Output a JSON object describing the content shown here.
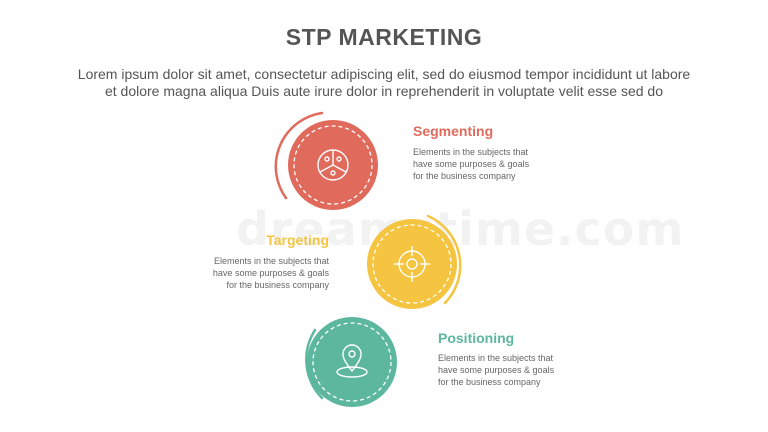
{
  "header": {
    "title": "STP MARKETING",
    "subtitle_lines": [
      "Lorem ipsum dolor sit amet, consectetur adipiscing elit, sed do eiusmod tempor incididunt ut labore",
      "et dolore magna aliqua Duis aute irure dolor in reprehenderit in voluptate velit esse sed do"
    ]
  },
  "steps": [
    {
      "title": "Segmenting",
      "color": "#e06a5c",
      "icon": "people-segments-icon",
      "desc_lines": [
        "Elements in the subjects that",
        "have  some purposes & goals",
        "for the  business company"
      ]
    },
    {
      "title": "Targeting",
      "color": "#f5c441",
      "icon": "target-crosshair-icon",
      "desc_lines": [
        "Elements in the subjects that",
        "have  some purposes & goals",
        "for the  business company"
      ]
    },
    {
      "title": "Positioning",
      "color": "#5db79f",
      "icon": "location-pin-icon",
      "desc_lines": [
        "Elements in the subjects that",
        "have  some purposes & goals",
        "for the  business company"
      ]
    }
  ],
  "watermark": "dreamstime.com"
}
